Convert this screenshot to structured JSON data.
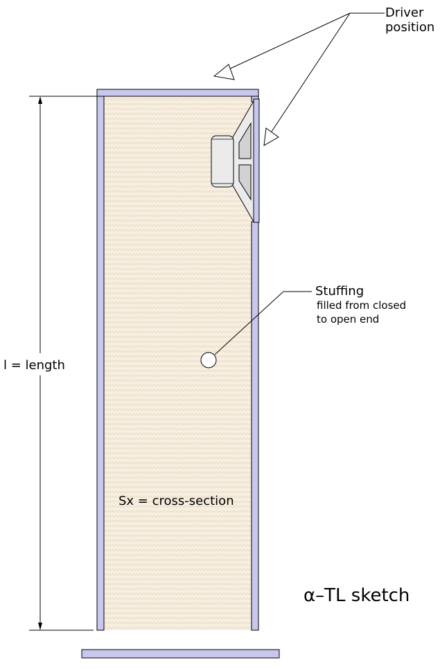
{
  "labels": {
    "driver_line1": "Driver",
    "driver_line2": "position",
    "stuffing_line1": "Stuffing",
    "stuffing_line2": "filled from closed",
    "stuffing_line3": "to open end",
    "length": "l = length",
    "cross_section": "Sx = cross-section",
    "title": "α–TL sketch"
  },
  "colors": {
    "wall_fill": "#c8c8ee",
    "stuffing_fill": "#f7efe2",
    "stuffing_pattern": "#e9d9bf",
    "outline": "#000000",
    "driver_body": "#ebebeb",
    "driver_cone": "#d2d2d2"
  }
}
